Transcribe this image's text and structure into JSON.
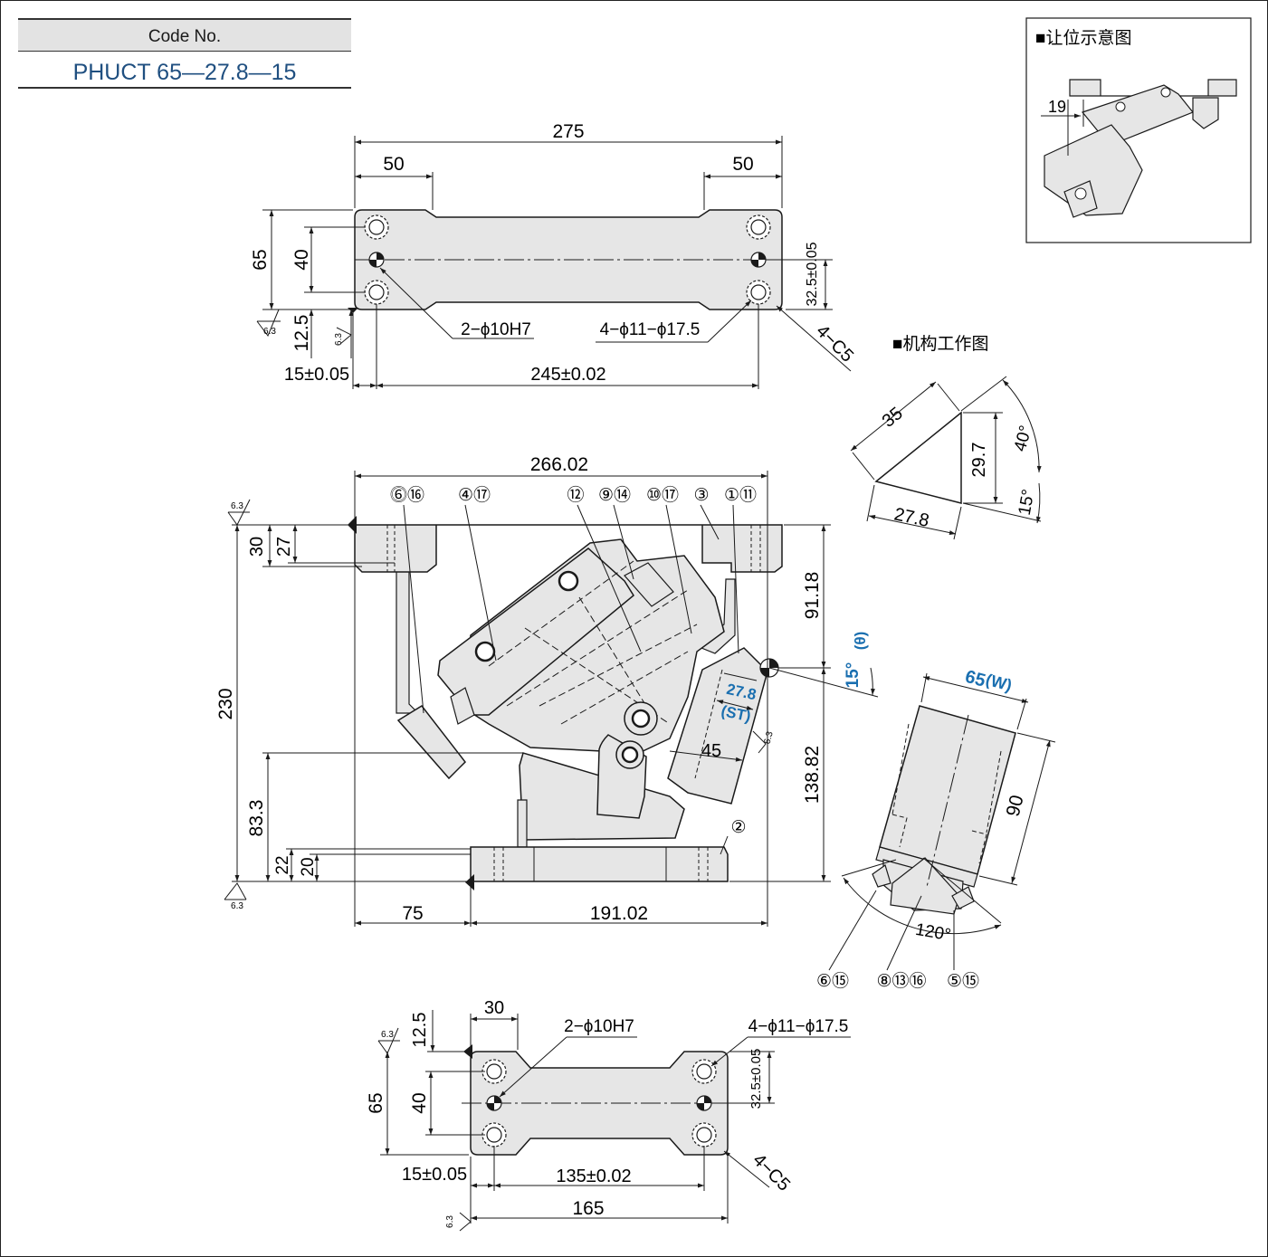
{
  "code_box": {
    "label": "Code No.",
    "value": "PHUCT 65—27.8—15"
  },
  "sections": {
    "clearance_title": "■让位示意图",
    "mechanism_title": "■机构工作图"
  },
  "top_view": {
    "width": "275",
    "left_50": "50",
    "right_50": "50",
    "height_65": "65",
    "pitch_40": "40",
    "offset_12_5": "12.5",
    "offset_15": "15±0.05",
    "pitch_245": "245±0.02",
    "center_32_5": "32.5±0.05",
    "dowel_holes": "2−ϕ10H7",
    "bolt_holes": "4−ϕ11−ϕ17.5",
    "chamfer": "4−C5",
    "roughness": "6.3"
  },
  "clearance_view": {
    "dim_19": "19"
  },
  "mechanism": {
    "side_35": "35",
    "height_29_7": "29.7",
    "base_27_8": "27.8",
    "angle_40": "40°",
    "angle_15": "15°"
  },
  "front_view": {
    "width_266": "266.02",
    "height_230": "230",
    "dim_30": "30",
    "dim_27": "27",
    "dim_91": "91.18",
    "dim_138": "138.82",
    "dim_83": "83.3",
    "dim_22": "22",
    "dim_20": "20",
    "dim_75": "75",
    "dim_191": "191.02",
    "dim_45": "45",
    "stroke_value": "27.8",
    "stroke_label": "(ST)",
    "angle_value": "15°",
    "angle_label": "(θ)",
    "roughness": "6.3",
    "callouts": [
      "⓺⑯",
      "④⑰",
      "⑫",
      "⑨⑭",
      "⑩⑰",
      "③",
      "①⑪",
      "②"
    ]
  },
  "side_view": {
    "width_value": "65",
    "width_label": "(W)",
    "height_90": "90",
    "angle_120": "120°",
    "callouts": [
      "⑥⑮",
      "⑧⑬⑯",
      "⑤⑮"
    ]
  },
  "bottom_view": {
    "dim_30": "30",
    "dim_12_5": "12.5",
    "dim_65": "65",
    "dim_40": "40",
    "dim_32_5": "32.5±0.05",
    "dowel_holes": "2−ϕ10H7",
    "bolt_holes": "4−ϕ11−ϕ17.5",
    "dim_15": "15±0.05",
    "dim_135": "135±0.02",
    "dim_165": "165",
    "chamfer": "4−C5",
    "roughness": "6.3"
  },
  "colors": {
    "part_fill": "#e6e6e6",
    "line": "#1a1a1a",
    "accent_blue": "#1a6fb0",
    "code_blue": "#1f4f80"
  }
}
